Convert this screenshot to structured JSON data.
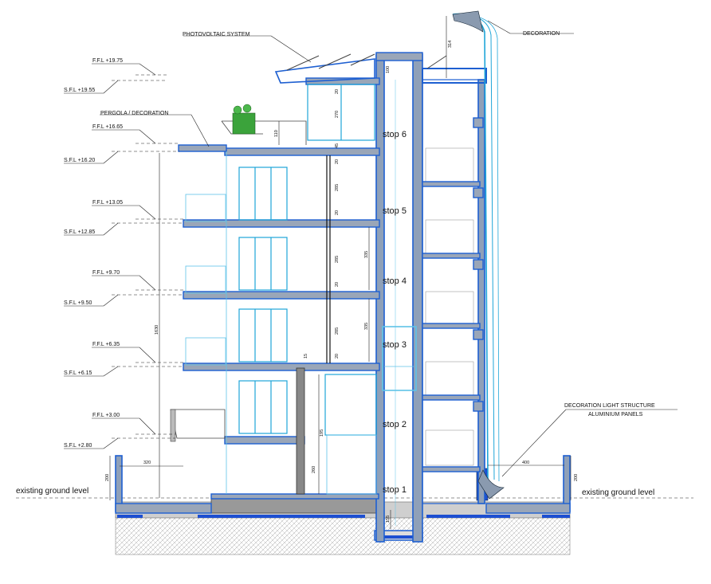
{
  "labels": {
    "photovoltaic": "PHOTOVOLTAIC SYSTEM",
    "decoration_top": "DECORATION",
    "pergola": "PERGOLA / DECORATION",
    "decoration_light": "DECORATION LIGHT STRUCTURE",
    "aluminium": "ALUMINIUM PANELS",
    "ground_left": "existing ground level",
    "ground_right": "existing ground level"
  },
  "levels": [
    {
      "text": "F.F.L +19.75"
    },
    {
      "text": "S.F.L +19.55"
    },
    {
      "text": "F.F.L +16.65"
    },
    {
      "text": "S.F.L +16.20"
    },
    {
      "text": "F.F.L  +13.05"
    },
    {
      "text": "S.F.L +12.85"
    },
    {
      "text": "F.F.L  +9.70"
    },
    {
      "text": "S.F.L +9.50"
    },
    {
      "text": "F.F.L  +6.35"
    },
    {
      "text": "S.F.L +6.15"
    },
    {
      "text": "F.F.L  +3.00"
    },
    {
      "text": "S.F.L +2.80"
    }
  ],
  "stops": [
    "stop 6",
    "stop 5",
    "stop 4",
    "stop 3",
    "stop 2",
    "stop 1"
  ],
  "dimensions": {
    "d314": "314",
    "d100": "100",
    "d20a": "20",
    "d270": "270",
    "d110": "110",
    "d45": "45",
    "d20b": "20",
    "d285a": "285",
    "d20c": "20",
    "d285b": "285",
    "d335": "335",
    "d20d": "20",
    "d285c": "285",
    "d335b": "335",
    "d20e": "20",
    "d15": "15",
    "d195": "195",
    "d260": "260",
    "d1630": "1630",
    "d320": "320",
    "d200l": "200",
    "d400": "400",
    "d200r": "200",
    "d155": "155"
  }
}
